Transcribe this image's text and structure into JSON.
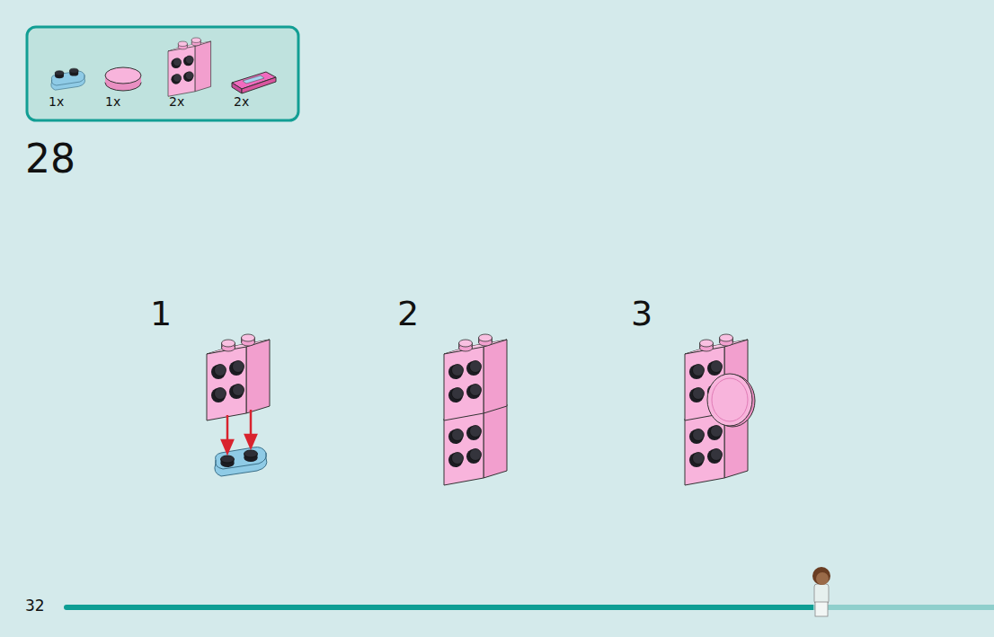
{
  "diagram": {
    "labels": [
      "1x",
      "1x",
      "2x",
      "2x",
      "28",
      "1",
      "2",
      "3",
      "32"
    ]
  }
}
